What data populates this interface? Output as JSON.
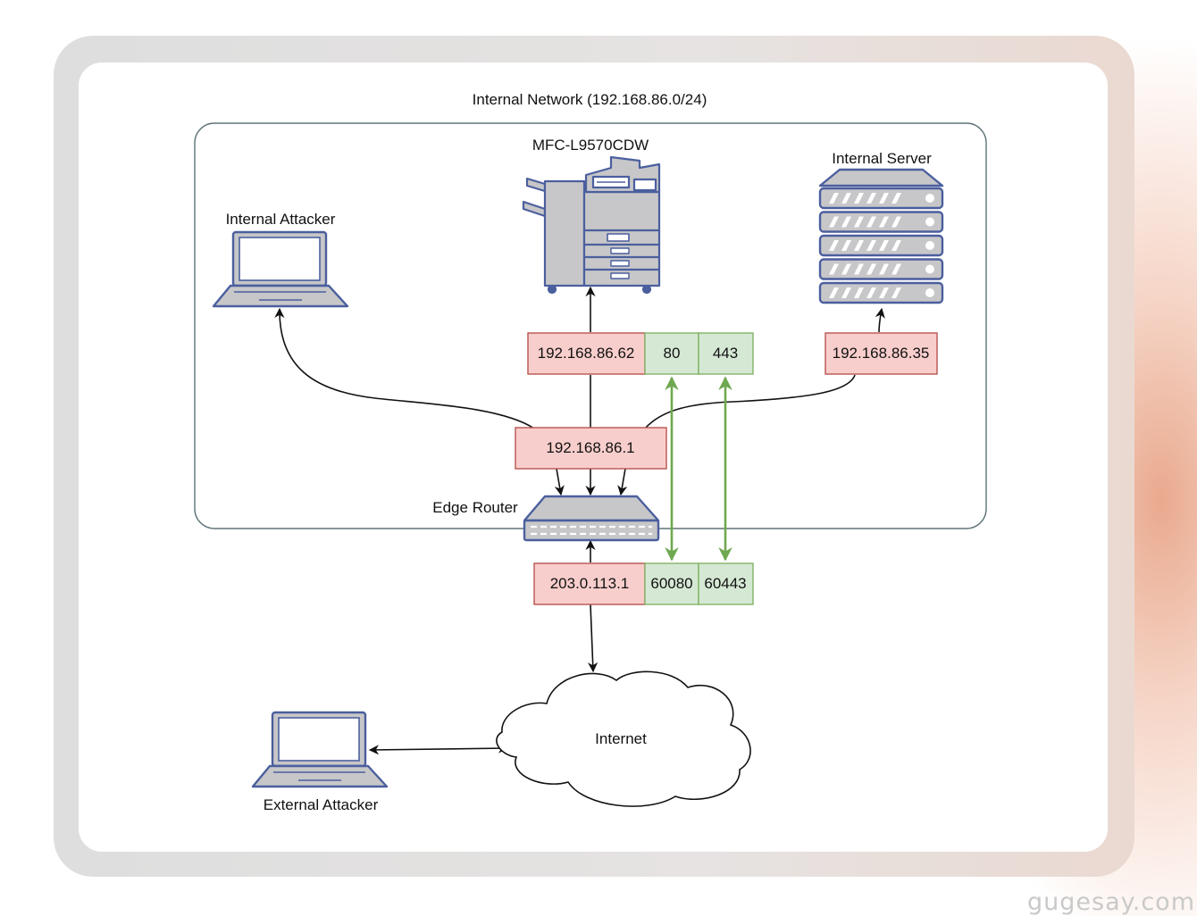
{
  "network": {
    "title": "Internal Network (192.168.86.0/24)"
  },
  "nodes": {
    "printer": {
      "label": "MFC-L9570CDW",
      "icon": "printer-icon"
    },
    "internal_server": {
      "label": "Internal Server",
      "icon": "server-icon"
    },
    "internal_attacker": {
      "label": "Internal Attacker",
      "icon": "laptop-icon"
    },
    "edge_router": {
      "label": "Edge Router",
      "icon": "switch-icon"
    },
    "internet": {
      "label": "Internet",
      "icon": "cloud-icon"
    },
    "external_attacker": {
      "label": "External Attacker",
      "icon": "laptop-icon"
    }
  },
  "addresses": {
    "printer_ip": "192.168.86.62",
    "printer_port_http": "80",
    "printer_port_https": "443",
    "server_ip": "192.168.86.35",
    "router_lan_ip": "192.168.86.1",
    "router_wan_ip": "203.0.113.1",
    "wan_port_http": "60080",
    "wan_port_https": "60443"
  },
  "colors": {
    "ip_fill": "#f8cecc",
    "ip_stroke": "#b85450",
    "port_fill": "#d5e8d4",
    "port_stroke": "#82b366",
    "forward_arrow": "#6ea84f",
    "device_stroke": "#4b5f9e",
    "device_fill": "#c7c7c9"
  },
  "watermark": "gugesay.com"
}
